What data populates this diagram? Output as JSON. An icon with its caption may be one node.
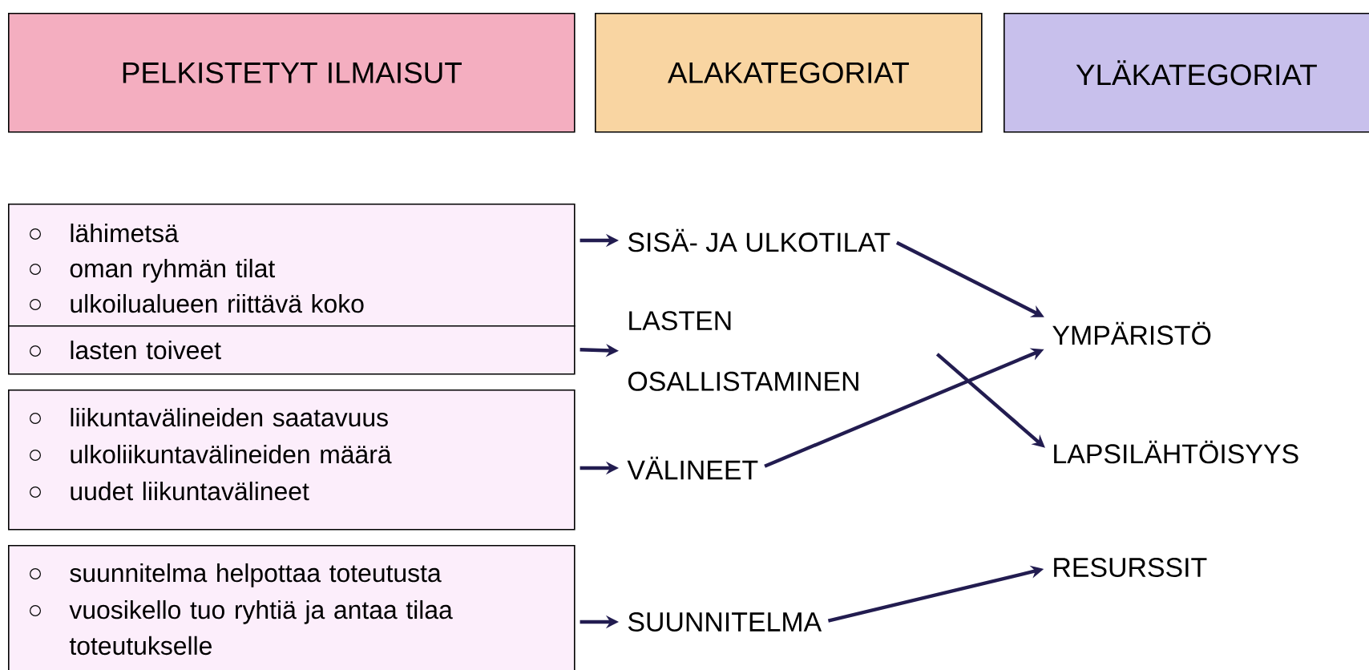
{
  "diagram": {
    "nodes": [
      {
        "text": [
          "PELKISTETYT ILMAISUT"
        ]
      },
      {
        "text": [
          "ALAKATEGORIAT"
        ]
      },
      {
        "text": [
          "YLÄKATEGORIAT"
        ]
      },
      {
        "text": [
          "lähimetsä",
          "oman ryhmän tilat",
          "ulkoilualueen riittävä koko"
        ]
      },
      {
        "text": [
          "lasten toiveet"
        ]
      },
      {
        "text": [
          "liikuntavälineiden saatavuus",
          "ulkoliikuntavälineiden määrä",
          "uudet liikuntavälineet"
        ]
      },
      {
        "text": [
          "suunnitelma helpottaa toteutusta",
          "vuosikello tuo ryhtiä ja antaa tilaa toteutukselle"
        ]
      },
      {
        "text": [
          "SISÄ- JA ULKOTILAT"
        ]
      },
      {
        "text": [
          "LASTEN OSALLISTAMINEN"
        ]
      },
      {
        "text": [
          "VÄLINEET"
        ]
      },
      {
        "text": [
          "SUUNNITELMA"
        ]
      },
      {
        "text": [
          "YMPÄRISTÖ"
        ]
      },
      {
        "text": [
          "LAPSILÄHTÖISYYS"
        ]
      },
      {
        "text": [
          "RESURSSIT"
        ]
      }
    ],
    "edges": [
      {
        "from": 3,
        "to": 7,
        "arrow": "to"
      },
      {
        "from": 4,
        "to": 8,
        "arrow": "to"
      },
      {
        "from": 5,
        "to": 9,
        "arrow": "to"
      },
      {
        "from": 6,
        "to": 10,
        "arrow": "to"
      },
      {
        "from": 7,
        "to": 11,
        "arrow": "to"
      },
      {
        "from": 8,
        "to": 12,
        "arrow": "to"
      },
      {
        "from": 9,
        "to": 11,
        "arrow": "to"
      },
      {
        "from": 10,
        "to": 13,
        "arrow": "to"
      }
    ]
  }
}
